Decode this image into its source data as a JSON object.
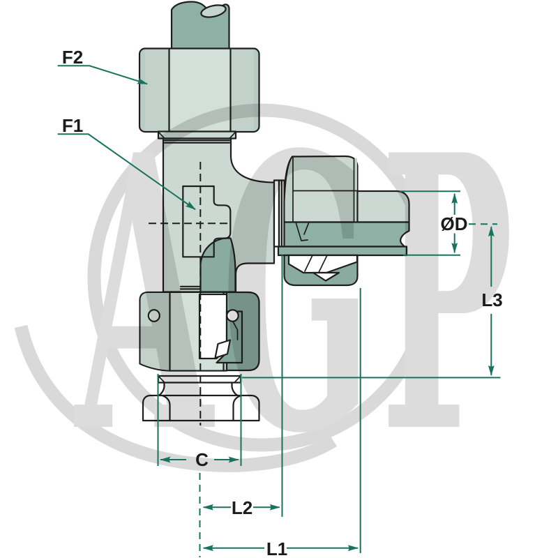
{
  "diagram": {
    "labels": {
      "f2": "F2",
      "f1": "F1",
      "diameter": "ØD",
      "l3": "L3",
      "c": "C",
      "l2": "L2",
      "l1": "L1"
    },
    "watermark_text": "AGP",
    "colors": {
      "dimension_green": "#17735C",
      "outline_black": "#1E1E1E",
      "body_light": "#CBD9D2",
      "body_light_center": "#D3E0DA",
      "body_light_facet": "#C2D2CA",
      "tube_sage": "#8EB0A5",
      "section_sage": "#8AAB9F",
      "watermark_gray": "#DCDCDC"
    }
  }
}
